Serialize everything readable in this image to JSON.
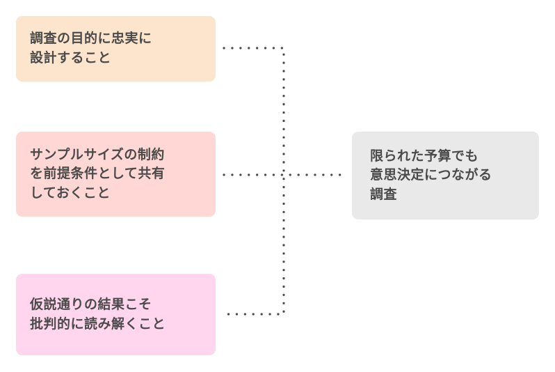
{
  "diagram": {
    "title": "",
    "type": "cause-to-outcome",
    "factors": [
      {
        "id": "faithful-design",
        "label": "調査の目的に忠実に\n設計すること",
        "color": "#fce5cc"
      },
      {
        "id": "sample-size-constraints",
        "label": "サンプルサイズの制約\nを前提条件として共有\nしておくこと",
        "color": "#ffd8d5"
      },
      {
        "id": "critical-reading",
        "label": "仮説通りの結果こそ\n批判的に読み解くこと",
        "color": "#ffd6ee"
      }
    ],
    "outcome": {
      "id": "decision-linked-research",
      "label": "限られた予算でも\n意思決定につながる\n調査",
      "color": "#e9e9e9"
    }
  },
  "colors": {
    "text": "#4a4a4a",
    "connector": "#4a4a4a",
    "background": "#ffffff"
  }
}
